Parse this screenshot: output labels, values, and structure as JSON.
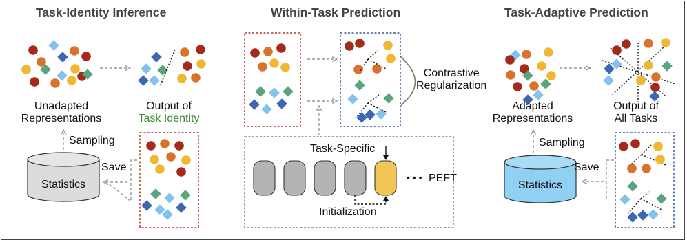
{
  "sections": {
    "task_identity": "Task-Identity Inference",
    "within_task": "Within-Task Prediction",
    "task_adaptive": "Task-Adaptive Prediction"
  },
  "labels": {
    "unadapted_line1": "Unadapted",
    "unadapted_line2": "Representations",
    "output_of": "Output of",
    "task_identity": "Task Identity",
    "sampling_left": "Sampling",
    "save_left": "Save",
    "statistics_left": "Statistics",
    "contrastive": "Contrastive",
    "regularization": "Regularization",
    "task_specific": "Task-Specific",
    "peft": "PEFT",
    "dots": "• • •",
    "initialization": "Initialization",
    "adapted_line1": "Adapted",
    "adapted_line2": "Representations",
    "output_of_all": "Output of",
    "all_tasks": "All Tasks",
    "sampling_right": "Sampling",
    "save_right": "Save",
    "statistics_right": "Statistics"
  },
  "colors": {
    "dark_red": "#a52a1c",
    "orange": "#d9722b",
    "yellow": "#efb733",
    "green_diamond": "#5aa57e",
    "light_blue_diamond": "#82c3ee",
    "dark_blue_diamond": "#3d67b1",
    "red_box": "#b3362c",
    "blue_box": "#3a5a9a",
    "green_box": "#5aa046",
    "statistics_gray": "#dcdcdc",
    "statistics_blue": "#8fd0f3",
    "active_block": "#f2c554",
    "inactive_block": "#b4b4b4"
  }
}
